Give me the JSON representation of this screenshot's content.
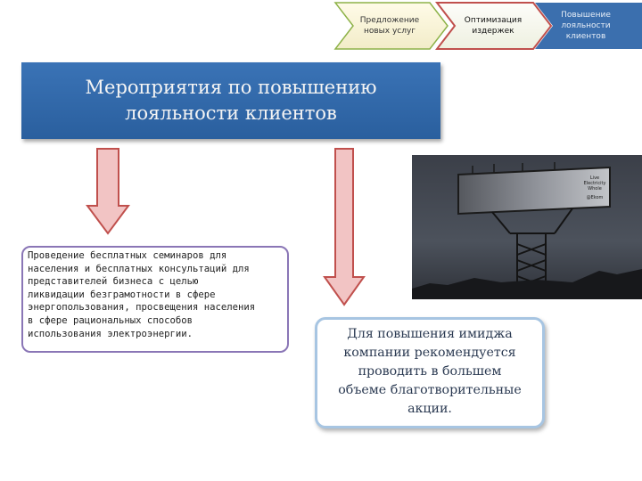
{
  "process_steps": [
    {
      "label": "Предложение новых услуг",
      "line1": "Предложение",
      "line2": "новых услуг"
    },
    {
      "label": "Оптимизация издержек",
      "line1": "Оптимизация",
      "line2": "издержек"
    },
    {
      "label": "Повышение лояльности клиентов",
      "line1": "Повышение",
      "line2": "лояльности",
      "line3": "клиентов"
    }
  ],
  "title": {
    "line1": "Мероприятия по повышению",
    "line2": "лояльности клиентов"
  },
  "left_text": {
    "lines": [
      "Проведение бесплатных семинаров для",
      "населения и бесплатных консультаций для",
      "представителей бизнеса с целью",
      "ликвидации безграмотности в сфере",
      "энергопользования, просвещения населения",
      "в сфере рациональных способов",
      "использования электроэнергии."
    ]
  },
  "right_text": {
    "lines": [
      "Для повышения имиджа",
      "компании рекомендуется",
      "проводить в большем",
      "объеме благотворительные",
      "акции."
    ]
  },
  "billboard": {
    "line1": "Live",
    "line2": "Electricity",
    "line3": "Whole",
    "line4": "@Ekom"
  },
  "colors": {
    "title_bg": "#2f69ab",
    "chevron_active": "#3b6fae",
    "arrow_fill": "#f2c4c4",
    "arrow_stroke": "#c0504d",
    "left_border": "#8a76b6",
    "right_border": "#a7c5e2"
  }
}
